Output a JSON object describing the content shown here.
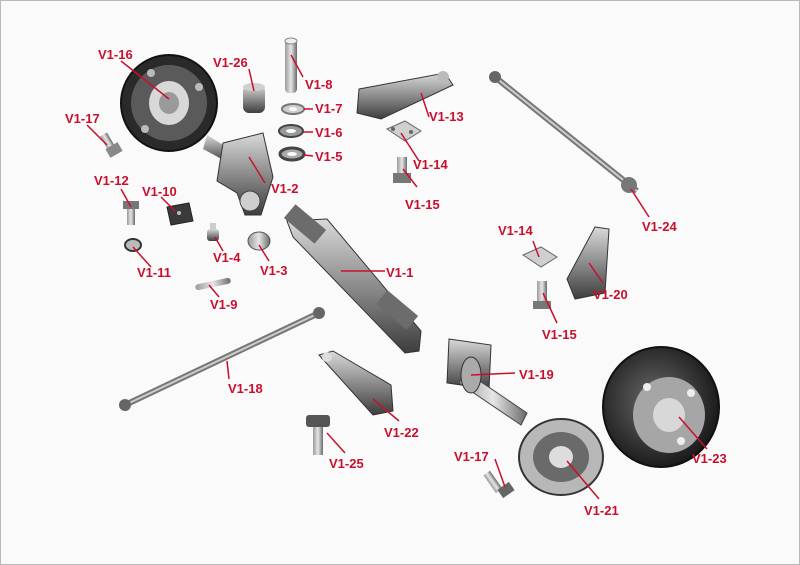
{
  "diagram": {
    "label_color": "#c8102e",
    "parts": [
      {
        "id": "p1",
        "label": "V1-1"
      },
      {
        "id": "p2",
        "label": "V1-2"
      },
      {
        "id": "p3",
        "label": "V1-3"
      },
      {
        "id": "p4",
        "label": "V1-4"
      },
      {
        "id": "p5",
        "label": "V1-5"
      },
      {
        "id": "p6",
        "label": "V1-6"
      },
      {
        "id": "p7",
        "label": "V1-7"
      },
      {
        "id": "p8",
        "label": "V1-8"
      },
      {
        "id": "p9",
        "label": "V1-9"
      },
      {
        "id": "p10",
        "label": "V1-10"
      },
      {
        "id": "p11",
        "label": "V1-11"
      },
      {
        "id": "p12",
        "label": "V1-12"
      },
      {
        "id": "p13",
        "label": "V1-13"
      },
      {
        "id": "p14a",
        "label": "V1-14"
      },
      {
        "id": "p14b",
        "label": "V1-14"
      },
      {
        "id": "p15a",
        "label": "V1-15"
      },
      {
        "id": "p15b",
        "label": "V1-15"
      },
      {
        "id": "p16",
        "label": "V1-16"
      },
      {
        "id": "p17a",
        "label": "V1-17"
      },
      {
        "id": "p17b",
        "label": "V1-17"
      },
      {
        "id": "p18",
        "label": "V1-18"
      },
      {
        "id": "p19",
        "label": "V1-19"
      },
      {
        "id": "p20",
        "label": "V1-20"
      },
      {
        "id": "p21",
        "label": "V1-21"
      },
      {
        "id": "p22",
        "label": "V1-22"
      },
      {
        "id": "p23",
        "label": "V1-23"
      },
      {
        "id": "p24",
        "label": "V1-24"
      },
      {
        "id": "p25",
        "label": "V1-25"
      },
      {
        "id": "p26",
        "label": "V1-26"
      }
    ]
  }
}
